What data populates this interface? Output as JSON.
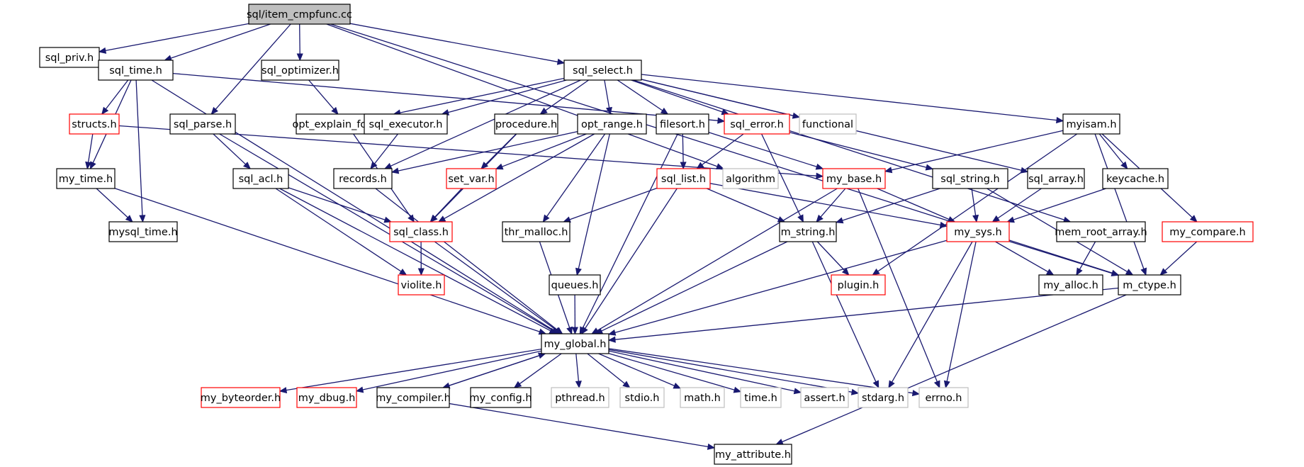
{
  "graph": {
    "colors": {
      "edge": "#191970",
      "normal": "#000000",
      "truncated": "#ff0000",
      "external": "#bfbfbf",
      "root_fill": "#bfbfbf"
    },
    "nodes": [
      {
        "id": "root",
        "label": "sql/item_cmpfunc.cc",
        "kind": "root"
      },
      {
        "id": "sql_priv",
        "label": "sql_priv.h",
        "kind": "normal"
      },
      {
        "id": "sql_time",
        "label": "sql_time.h",
        "kind": "normal"
      },
      {
        "id": "sql_optimizer",
        "label": "sql_optimizer.h",
        "kind": "normal"
      },
      {
        "id": "sql_select",
        "label": "sql_select.h",
        "kind": "normal"
      },
      {
        "id": "structs",
        "label": "structs.h",
        "kind": "truncated"
      },
      {
        "id": "sql_parse",
        "label": "sql_parse.h",
        "kind": "normal"
      },
      {
        "id": "opt_explain_format",
        "label": "opt_explain_format.h",
        "kind": "normal"
      },
      {
        "id": "sql_executor",
        "label": "sql_executor.h",
        "kind": "normal"
      },
      {
        "id": "procedure",
        "label": "procedure.h",
        "kind": "normal"
      },
      {
        "id": "opt_range",
        "label": "opt_range.h",
        "kind": "normal"
      },
      {
        "id": "filesort",
        "label": "filesort.h",
        "kind": "normal"
      },
      {
        "id": "sql_error",
        "label": "sql_error.h",
        "kind": "truncated"
      },
      {
        "id": "functional",
        "label": "functional",
        "kind": "external"
      },
      {
        "id": "myisam",
        "label": "myisam.h",
        "kind": "normal"
      },
      {
        "id": "my_time",
        "label": "my_time.h",
        "kind": "normal"
      },
      {
        "id": "sql_acl",
        "label": "sql_acl.h",
        "kind": "normal"
      },
      {
        "id": "records",
        "label": "records.h",
        "kind": "normal"
      },
      {
        "id": "set_var",
        "label": "set_var.h",
        "kind": "truncated"
      },
      {
        "id": "sql_list",
        "label": "sql_list.h",
        "kind": "truncated"
      },
      {
        "id": "algorithm",
        "label": "algorithm",
        "kind": "external"
      },
      {
        "id": "my_base",
        "label": "my_base.h",
        "kind": "truncated"
      },
      {
        "id": "sql_string",
        "label": "sql_string.h",
        "kind": "normal"
      },
      {
        "id": "sql_array",
        "label": "sql_array.h",
        "kind": "normal"
      },
      {
        "id": "keycache",
        "label": "keycache.h",
        "kind": "normal"
      },
      {
        "id": "mysql_time",
        "label": "mysql_time.h",
        "kind": "normal"
      },
      {
        "id": "sql_class",
        "label": "sql_class.h",
        "kind": "truncated"
      },
      {
        "id": "thr_malloc",
        "label": "thr_malloc.h",
        "kind": "normal"
      },
      {
        "id": "m_string",
        "label": "m_string.h",
        "kind": "normal"
      },
      {
        "id": "my_sys",
        "label": "my_sys.h",
        "kind": "truncated"
      },
      {
        "id": "mem_root_array",
        "label": "mem_root_array.h",
        "kind": "normal"
      },
      {
        "id": "my_compare",
        "label": "my_compare.h",
        "kind": "truncated"
      },
      {
        "id": "violite",
        "label": "violite.h",
        "kind": "truncated"
      },
      {
        "id": "queues",
        "label": "queues.h",
        "kind": "normal"
      },
      {
        "id": "plugin",
        "label": "plugin.h",
        "kind": "truncated"
      },
      {
        "id": "my_alloc",
        "label": "my_alloc.h",
        "kind": "normal"
      },
      {
        "id": "m_ctype",
        "label": "m_ctype.h",
        "kind": "normal"
      },
      {
        "id": "my_global",
        "label": "my_global.h",
        "kind": "normal"
      },
      {
        "id": "my_byteorder",
        "label": "my_byteorder.h",
        "kind": "truncated"
      },
      {
        "id": "my_dbug",
        "label": "my_dbug.h",
        "kind": "truncated"
      },
      {
        "id": "my_compiler",
        "label": "my_compiler.h",
        "kind": "normal"
      },
      {
        "id": "my_config",
        "label": "my_config.h",
        "kind": "normal"
      },
      {
        "id": "pthread",
        "label": "pthread.h",
        "kind": "external"
      },
      {
        "id": "stdio",
        "label": "stdio.h",
        "kind": "external"
      },
      {
        "id": "math",
        "label": "math.h",
        "kind": "external"
      },
      {
        "id": "time",
        "label": "time.h",
        "kind": "external"
      },
      {
        "id": "assert",
        "label": "assert.h",
        "kind": "external"
      },
      {
        "id": "stdarg",
        "label": "stdarg.h",
        "kind": "external"
      },
      {
        "id": "errno",
        "label": "errno.h",
        "kind": "external"
      },
      {
        "id": "my_attribute",
        "label": "my_attribute.h",
        "kind": "normal"
      }
    ],
    "edges": [
      [
        "root",
        "sql_priv"
      ],
      [
        "root",
        "sql_time"
      ],
      [
        "root",
        "sql_optimizer"
      ],
      [
        "root",
        "sql_parse"
      ],
      [
        "root",
        "sql_select"
      ],
      [
        "root",
        "algorithm"
      ],
      [
        "root",
        "m_ctype"
      ],
      [
        "sql_time",
        "structs"
      ],
      [
        "sql_time",
        "my_time"
      ],
      [
        "sql_time",
        "mysql_time"
      ],
      [
        "sql_time",
        "my_global"
      ],
      [
        "sql_time",
        "sql_error"
      ],
      [
        "sql_optimizer",
        "opt_explain_format"
      ],
      [
        "structs",
        "my_time"
      ],
      [
        "structs",
        "my_base"
      ],
      [
        "sql_parse",
        "sql_acl"
      ],
      [
        "sql_parse",
        "my_global"
      ],
      [
        "sql_select",
        "opt_explain_format"
      ],
      [
        "sql_select",
        "sql_executor"
      ],
      [
        "sql_select",
        "records"
      ],
      [
        "sql_select",
        "procedure"
      ],
      [
        "sql_select",
        "opt_range"
      ],
      [
        "sql_select",
        "filesort"
      ],
      [
        "sql_select",
        "sql_error"
      ],
      [
        "sql_select",
        "functional"
      ],
      [
        "sql_select",
        "myisam"
      ],
      [
        "sql_select",
        "sql_array"
      ],
      [
        "sql_select",
        "mem_root_array"
      ],
      [
        "opt_explain_format",
        "sql_class"
      ],
      [
        "sql_executor",
        "records"
      ],
      [
        "procedure",
        "set_var"
      ],
      [
        "procedure",
        "sql_class"
      ],
      [
        "opt_range",
        "records"
      ],
      [
        "opt_range",
        "set_var"
      ],
      [
        "opt_range",
        "sql_class"
      ],
      [
        "opt_range",
        "thr_malloc"
      ],
      [
        "opt_range",
        "queues"
      ],
      [
        "filesort",
        "sql_list"
      ],
      [
        "filesort",
        "my_base"
      ],
      [
        "filesort",
        "my_global"
      ],
      [
        "sql_error",
        "sql_list"
      ],
      [
        "sql_error",
        "sql_string"
      ],
      [
        "sql_error",
        "m_string"
      ],
      [
        "myisam",
        "my_base"
      ],
      [
        "myisam",
        "keycache"
      ],
      [
        "myisam",
        "my_compare"
      ],
      [
        "myisam",
        "plugin"
      ],
      [
        "myisam",
        "m_ctype"
      ],
      [
        "my_time",
        "mysql_time"
      ],
      [
        "my_time",
        "my_global"
      ],
      [
        "sql_acl",
        "sql_class"
      ],
      [
        "sql_acl",
        "violite"
      ],
      [
        "sql_acl",
        "my_global"
      ],
      [
        "records",
        "my_global"
      ],
      [
        "set_var",
        "sql_class"
      ],
      [
        "sql_list",
        "thr_malloc"
      ],
      [
        "sql_list",
        "m_string"
      ],
      [
        "sql_list",
        "my_sys"
      ],
      [
        "sql_list",
        "my_global"
      ],
      [
        "my_base",
        "m_string"
      ],
      [
        "my_base",
        "my_sys"
      ],
      [
        "my_base",
        "errno"
      ],
      [
        "my_base",
        "my_global"
      ],
      [
        "sql_string",
        "m_string"
      ],
      [
        "sql_string",
        "my_sys"
      ],
      [
        "sql_string",
        "m_ctype"
      ],
      [
        "sql_array",
        "my_sys"
      ],
      [
        "keycache",
        "my_sys"
      ],
      [
        "sql_class",
        "violite"
      ],
      [
        "sql_class",
        "my_global"
      ],
      [
        "thr_malloc",
        "my_global"
      ],
      [
        "m_string",
        "plugin"
      ],
      [
        "m_string",
        "my_global"
      ],
      [
        "m_string",
        "stdarg"
      ],
      [
        "my_sys",
        "my_alloc"
      ],
      [
        "my_sys",
        "m_ctype"
      ],
      [
        "my_sys",
        "my_global"
      ],
      [
        "my_sys",
        "stdarg"
      ],
      [
        "my_sys",
        "errno"
      ],
      [
        "mem_root_array",
        "my_alloc"
      ],
      [
        "my_compare",
        "m_ctype"
      ],
      [
        "queues",
        "my_global"
      ],
      [
        "m_ctype",
        "my_global"
      ],
      [
        "m_ctype",
        "my_attribute"
      ],
      [
        "my_global",
        "my_byteorder"
      ],
      [
        "my_global",
        "my_dbug"
      ],
      [
        "my_global",
        "my_compiler"
      ],
      [
        "my_global",
        "my_config"
      ],
      [
        "my_global",
        "pthread"
      ],
      [
        "my_global",
        "stdio"
      ],
      [
        "my_global",
        "math"
      ],
      [
        "my_global",
        "time"
      ],
      [
        "my_global",
        "assert"
      ],
      [
        "my_global",
        "stdarg"
      ],
      [
        "my_global",
        "errno"
      ],
      [
        "my_compiler",
        "my_global"
      ],
      [
        "my_compiler",
        "my_attribute"
      ]
    ]
  }
}
